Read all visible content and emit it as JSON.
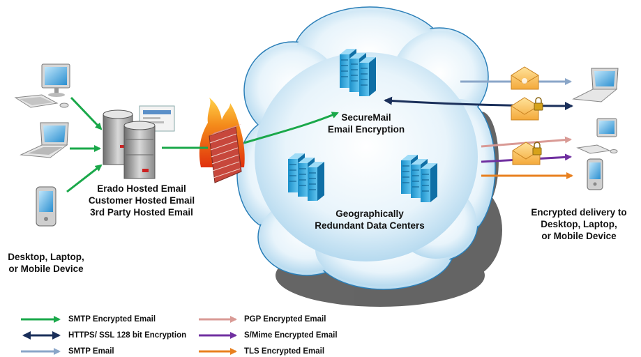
{
  "labels": {
    "sources": [
      "Erado Hosted Email",
      "Customer Hosted Email",
      "3rd Party Hosted Email"
    ],
    "devices_left": [
      "Desktop, Laptop,",
      "or Mobile Device"
    ],
    "securemail": [
      "SecureMail",
      "Email Encryption"
    ],
    "datacenters": [
      "Geographically",
      "Redundant Data Centers"
    ],
    "devices_right": [
      "Encrypted delivery to",
      "Desktop, Laptop,",
      "or Mobile Device"
    ]
  },
  "legend": [
    {
      "label": "SMTP Encrypted Email",
      "color": "#1aa84a",
      "icon": "green-arrow"
    },
    {
      "label": "HTTPS/ SSL 128 bit Encryption",
      "color": "#1a2f5a",
      "icon": "navy-double-arrow"
    },
    {
      "label": "SMTP Email",
      "color": "#8aa6c8",
      "icon": "light-blue-arrow"
    },
    {
      "label": "PGP Encrypted Email",
      "color": "#d99a95",
      "icon": "pink-arrow"
    },
    {
      "label": "S/Mime Encrypted Email",
      "color": "#7030a0",
      "icon": "purple-arrow"
    },
    {
      "label": "TLS Encrypted Email",
      "color": "#e8801f",
      "icon": "orange-arrow"
    }
  ]
}
